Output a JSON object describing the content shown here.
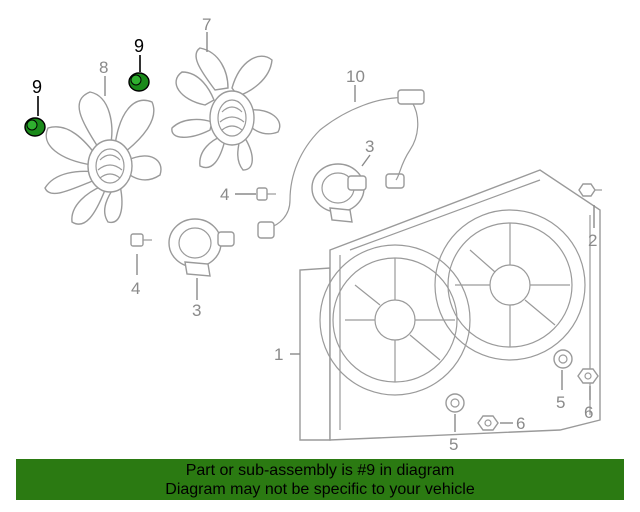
{
  "callouts": {
    "c1": "1",
    "c2": "2",
    "c3a": "3",
    "c3b": "3",
    "c4a": "4",
    "c4b": "4",
    "c5a": "5",
    "c5b": "5",
    "c6a": "6",
    "c6b": "6",
    "c7": "7",
    "c8": "8",
    "c9a": "9",
    "c9b": "9",
    "c10": "10"
  },
  "highlight_color": "#1a8a1a",
  "banner": {
    "line1": "Part or sub-assembly is #9 in diagram",
    "line2": "Diagram may not be specific to your vehicle",
    "background": "#2b7a12"
  }
}
